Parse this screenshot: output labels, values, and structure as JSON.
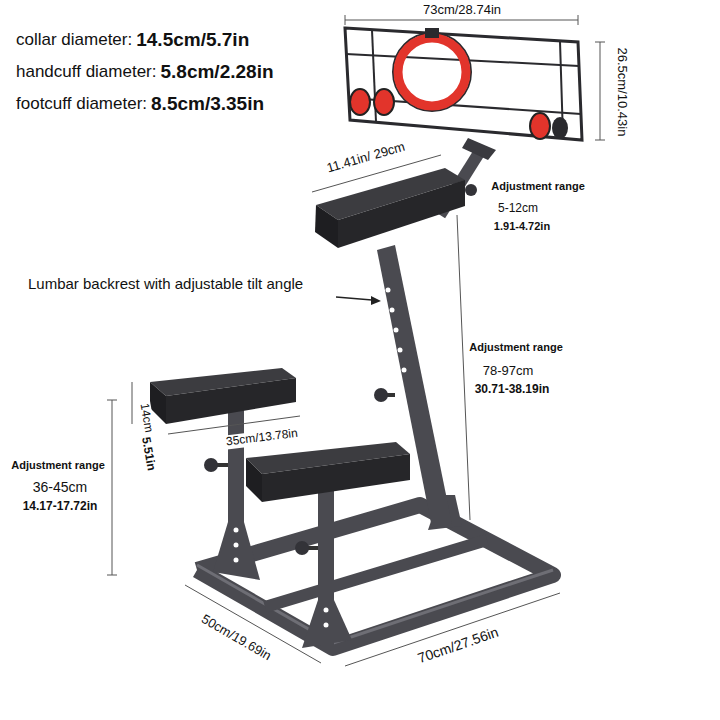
{
  "diagram": {
    "labels": [
      "collar diameter:",
      "14.5cm/5.7in",
      "handcuff diameter:",
      "5.8cm/2.28in",
      "footcuff diameter:",
      "8.5cm/3.35in",
      "73cm/28.74in",
      "26.5cm/10.43in",
      "11.41in/ 29cm",
      "Adjustment range",
      "5-12cm",
      "1.91-4.72in",
      "Lumbar backrest with adjustable tilt angle",
      "Adjustment range",
      "78-97cm",
      "30.71-38.19in",
      "14cm",
      "5.51in",
      "35cm/13.78in",
      "Adjustment range",
      "36-45cm",
      "14.17-17.72in",
      "50cm/19.69in",
      "70cm/27.56in"
    ]
  }
}
